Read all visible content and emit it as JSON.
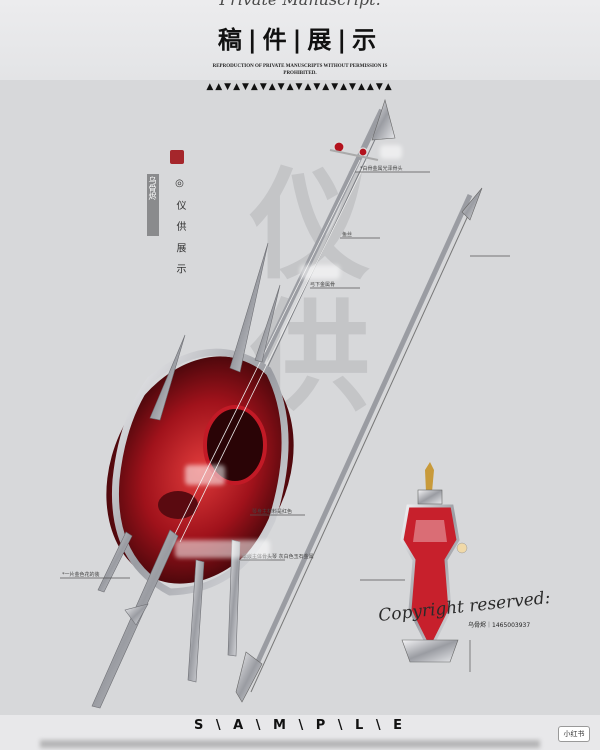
{
  "header": {
    "manuscript_title": "Private Manuscript.",
    "title_cn": "稿|件|展|示",
    "notice": "REPRODUCTION OF PRIVATE MANUSCRIPTS WITHOUT PERMISSION IS PROHIBITED.",
    "triangles": "▲▲▼▲▼▲▼▲▼▲▼▲▼▲▼▲▼▲▲▼▲"
  },
  "side": {
    "side_label": "乌骨烬",
    "vert_title": "◎ 仪 供 展 示"
  },
  "annotations": {
    "top_ornament": "*白骨金属光泽骨头",
    "string_note": "鱼丝",
    "bow_note": "*一片金色花的装",
    "body_note": "弓下金属骨",
    "center_note": "琴身主材料是红色",
    "lower_note": "镶嵌主体骨头琴 灰白色玉石金属"
  },
  "signature": {
    "text": "Copyright reserved:",
    "sub": "乌骨烬｜1465003937"
  },
  "footer": {
    "sample": "S \\ A \\ M \\ P \\ L \\ E",
    "badge": "小红书"
  },
  "colors": {
    "background": "#d7d8da",
    "blood_red": "#a0121b",
    "silver": "#c9cbd0"
  }
}
